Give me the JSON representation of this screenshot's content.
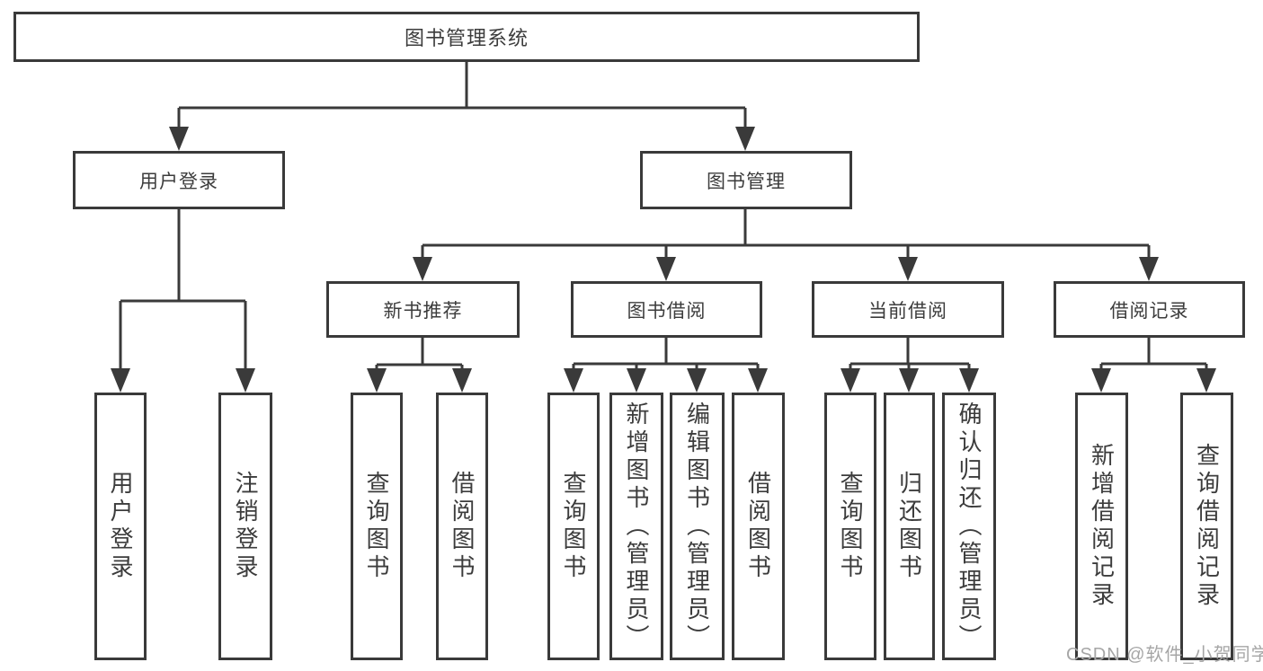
{
  "tree": {
    "root": "图书管理系统",
    "branches": [
      {
        "label": "用户登录",
        "leaves": [
          "用户登录",
          "注销登录"
        ]
      },
      {
        "label": "图书管理",
        "groups": [
          {
            "label": "新书推荐",
            "leaves": [
              "查询图书",
              "借阅图书"
            ]
          },
          {
            "label": "图书借阅",
            "leaves": [
              "查询图书",
              "新增图书（管理员）",
              "编辑图书（管理员）",
              "借阅图书"
            ]
          },
          {
            "label": "当前借阅",
            "leaves": [
              "查询图书",
              "归还图书",
              "确认归还（管理员）"
            ]
          },
          {
            "label": "借阅记录",
            "leaves": [
              "新增借阅记录",
              "查询借阅记录"
            ]
          }
        ]
      }
    ]
  },
  "watermark": "CSDN @软件_小贺同学",
  "colors": {
    "line": "#3a3a3a",
    "text": "#3c3c3c",
    "watermark": "#a6a6a6",
    "background": "#ffffff"
  }
}
